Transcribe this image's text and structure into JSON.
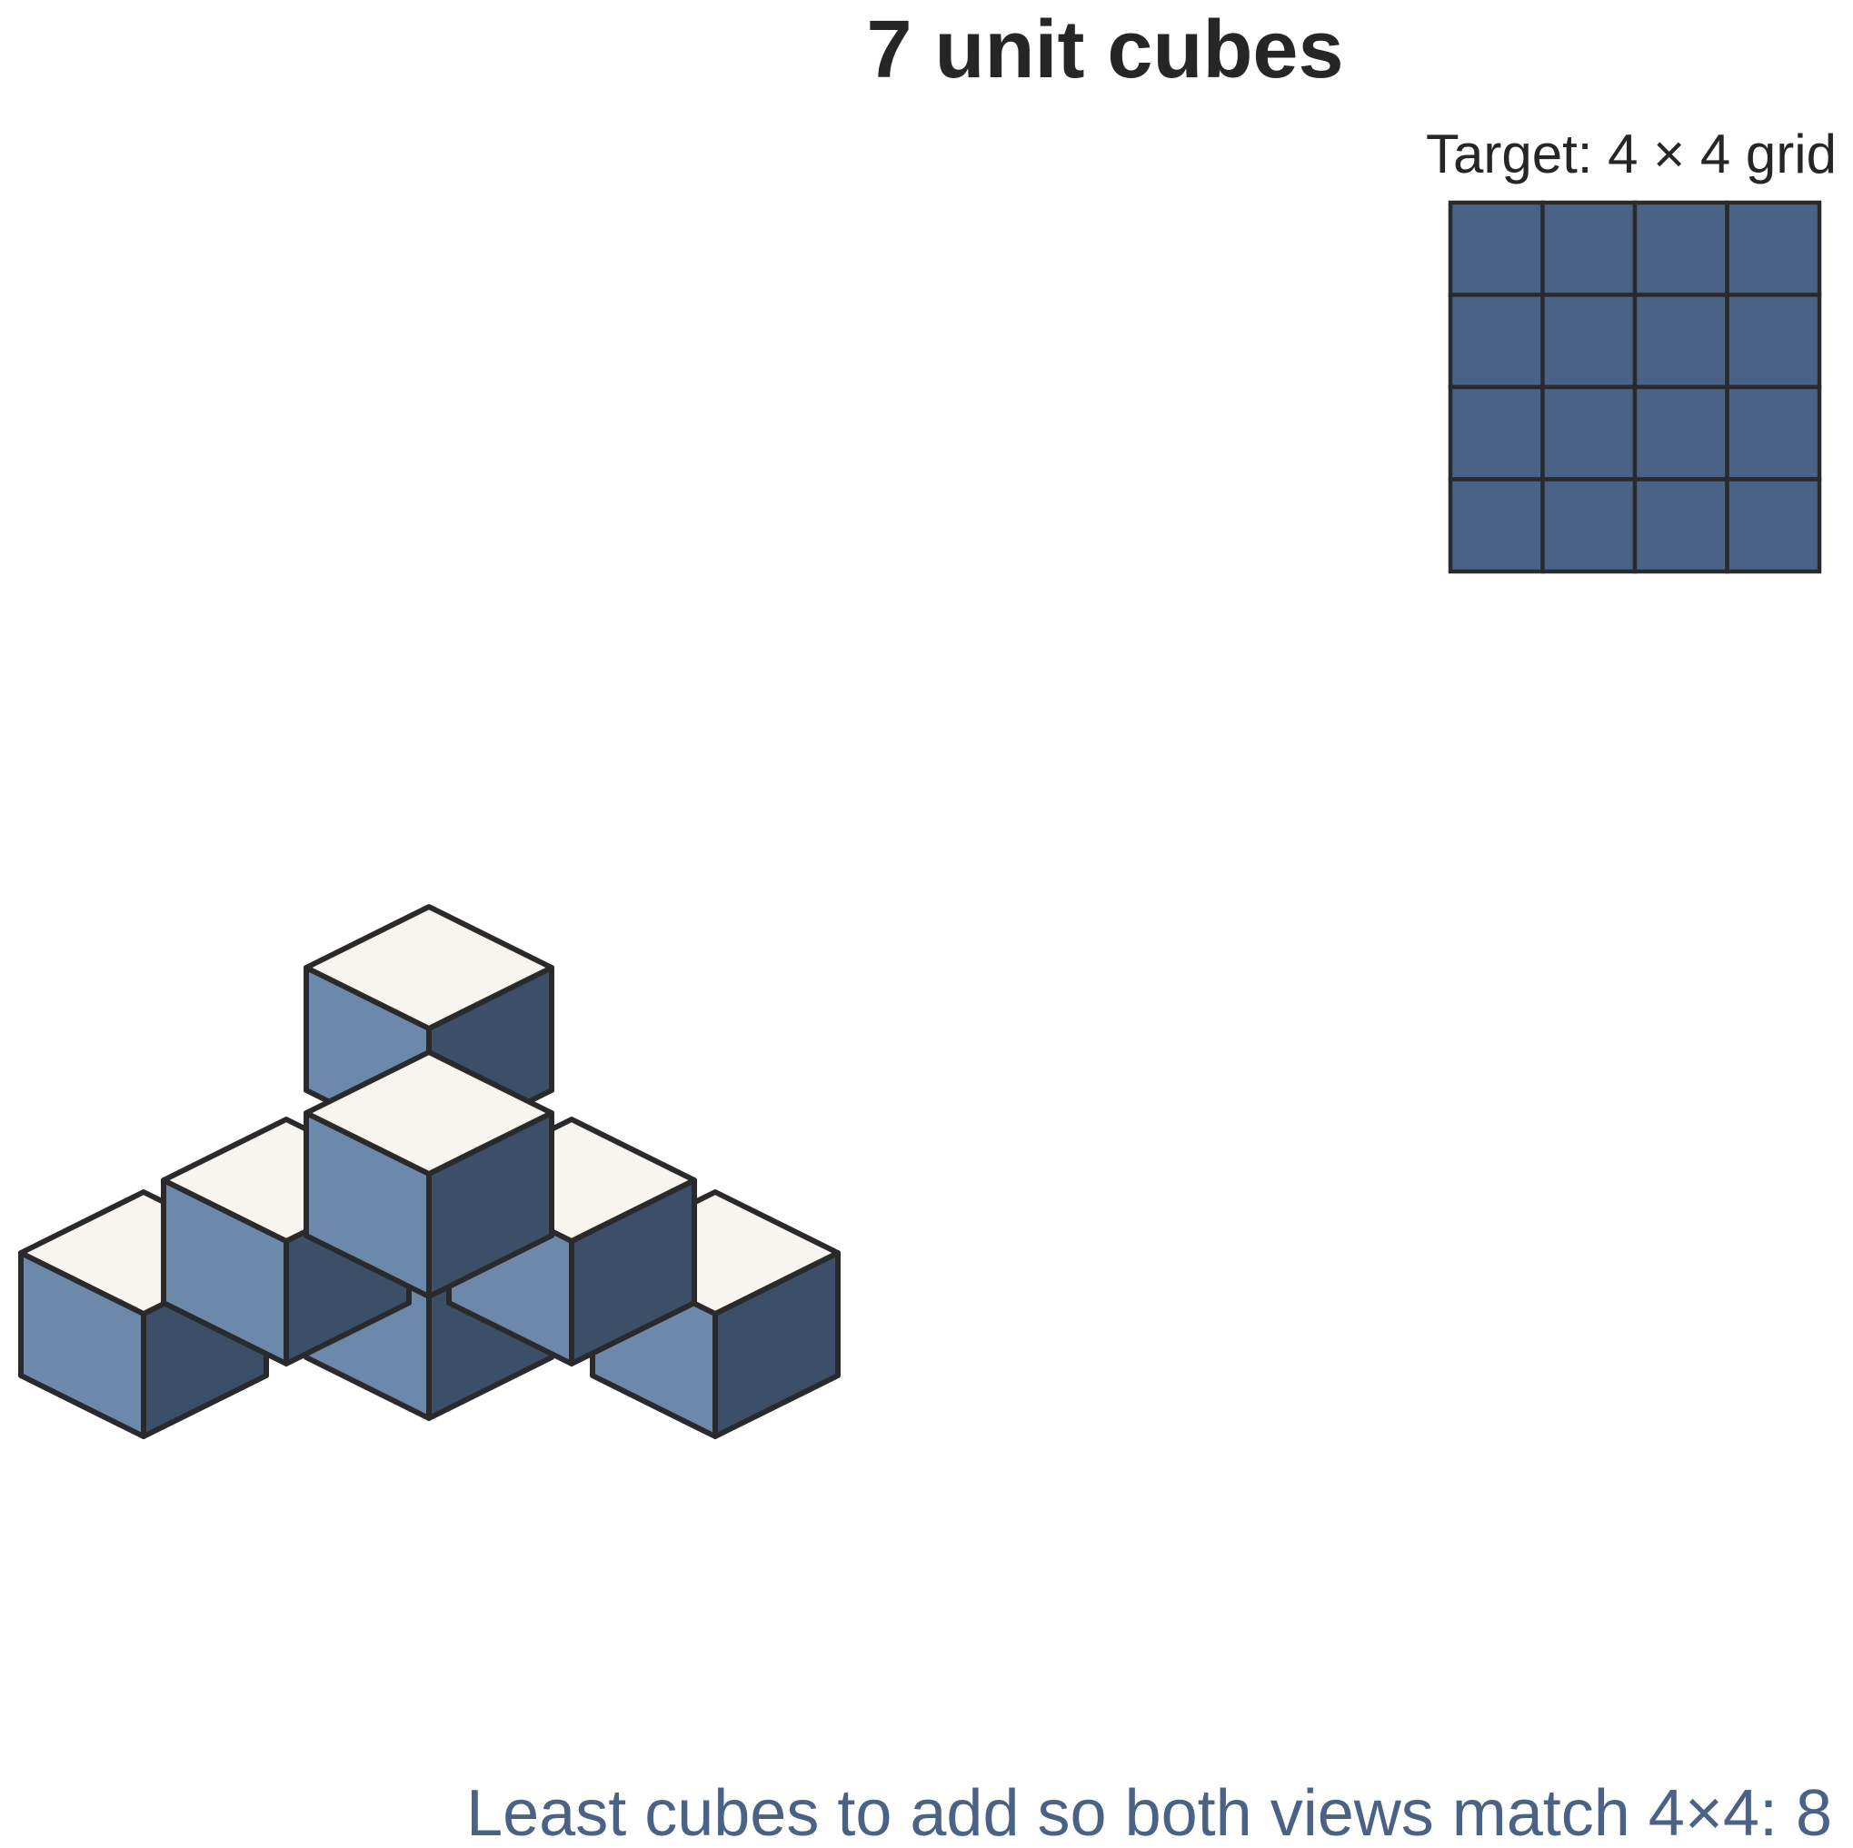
{
  "title": "7 unit cubes",
  "target_label": "Target: 4 × 4 grid",
  "answer_text": "Least cubes to add so both views match 4×4: 8",
  "target_grid": {
    "rows": 4,
    "cols": 4
  },
  "cube_count": 7,
  "cubes": [
    {
      "name": "cube-back-center-lower",
      "col": 0,
      "row": 0,
      "level": 0
    },
    {
      "name": "cube-left-mid",
      "col": -1,
      "row": 0,
      "level": 0
    },
    {
      "name": "cube-right-mid",
      "col": 0,
      "row": -1,
      "level": 0
    },
    {
      "name": "cube-left-front",
      "col": -1,
      "row": 1,
      "level": 0
    },
    {
      "name": "cube-center-front",
      "col": 0,
      "row": 0,
      "level": 0,
      "front": true
    },
    {
      "name": "cube-right-front",
      "col": 1,
      "row": -1,
      "level": 0
    },
    {
      "name": "cube-top",
      "col": 0,
      "row": 0,
      "level": 1
    }
  ],
  "colors": {
    "text": "#262626",
    "answer_text": "#4a6285",
    "outline": "#2a2a2c",
    "cube_top": "#f8f4ef",
    "cube_left": "#6c88ab",
    "cube_right": "#3b5068",
    "grid_fill": "#4a6285"
  }
}
